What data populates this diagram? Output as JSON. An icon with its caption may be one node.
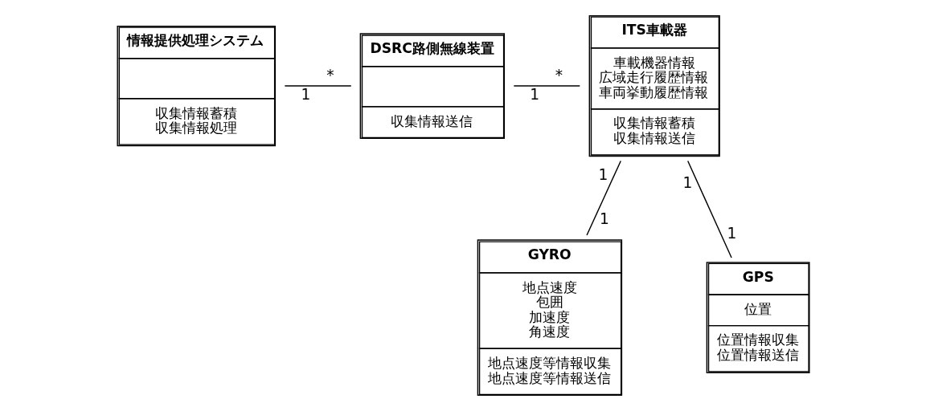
{
  "diagram": {
    "nodes": [
      {
        "text": [
          "情報提供処理システム",
          "収集情報蓄積",
          "収集情報処理"
        ]
      },
      {
        "text": [
          "DSRC路側無線装置",
          "収集情報送信"
        ]
      },
      {
        "text": [
          "ITS車載器",
          "車載機器情報",
          "広域走行履歴情報",
          "車両挙動履歴情報",
          "収集情報蓄積",
          "収集情報送信"
        ]
      },
      {
        "text": [
          "GYRO",
          "地点速度",
          "包囲",
          "加速度",
          "角速度",
          "地点速度等情報収集",
          "地点速度等情報送信"
        ]
      },
      {
        "text": [
          "GPS",
          "位置",
          "位置情報収集",
          "位置情報送信"
        ]
      }
    ],
    "edges": [
      {
        "from": 0,
        "to": 1,
        "arrow": "none"
      },
      {
        "from": 1,
        "to": 2,
        "arrow": "none"
      },
      {
        "from": 2,
        "to": 3,
        "arrow": "none"
      },
      {
        "from": 2,
        "to": 4,
        "arrow": "none"
      }
    ],
    "labels": [
      "1",
      "*",
      "1",
      "*",
      "1",
      "1",
      "1",
      "1"
    ]
  }
}
